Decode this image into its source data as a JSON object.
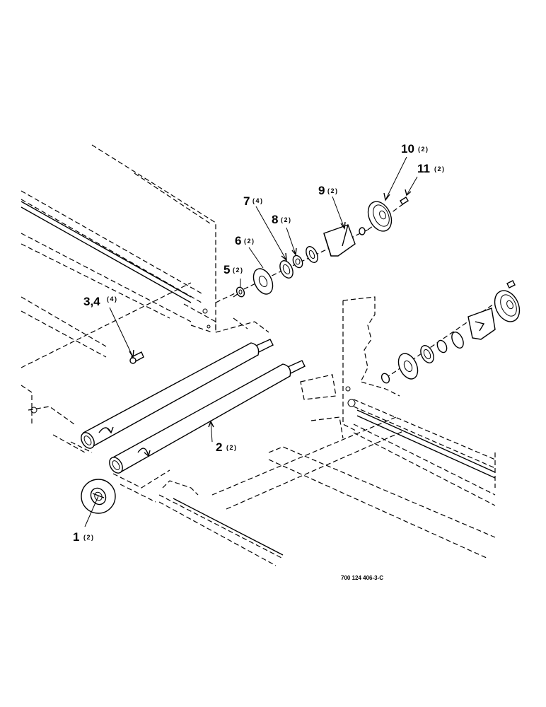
{
  "callouts": [
    {
      "num": "1",
      "qty": "(2)"
    },
    {
      "num": "2",
      "qty": "(2)"
    },
    {
      "num": "3,4",
      "qty": "(4)"
    },
    {
      "num": "5",
      "qty": "(2)"
    },
    {
      "num": "6",
      "qty": "(2)"
    },
    {
      "num": "7",
      "qty": "(4)"
    },
    {
      "num": "8",
      "qty": "(2)"
    },
    {
      "num": "9",
      "qty": "(2)"
    },
    {
      "num": "10",
      "qty": "(2)"
    },
    {
      "num": "11",
      "qty": "(2)"
    }
  ],
  "drawing_number": "700 124 406-3-C"
}
